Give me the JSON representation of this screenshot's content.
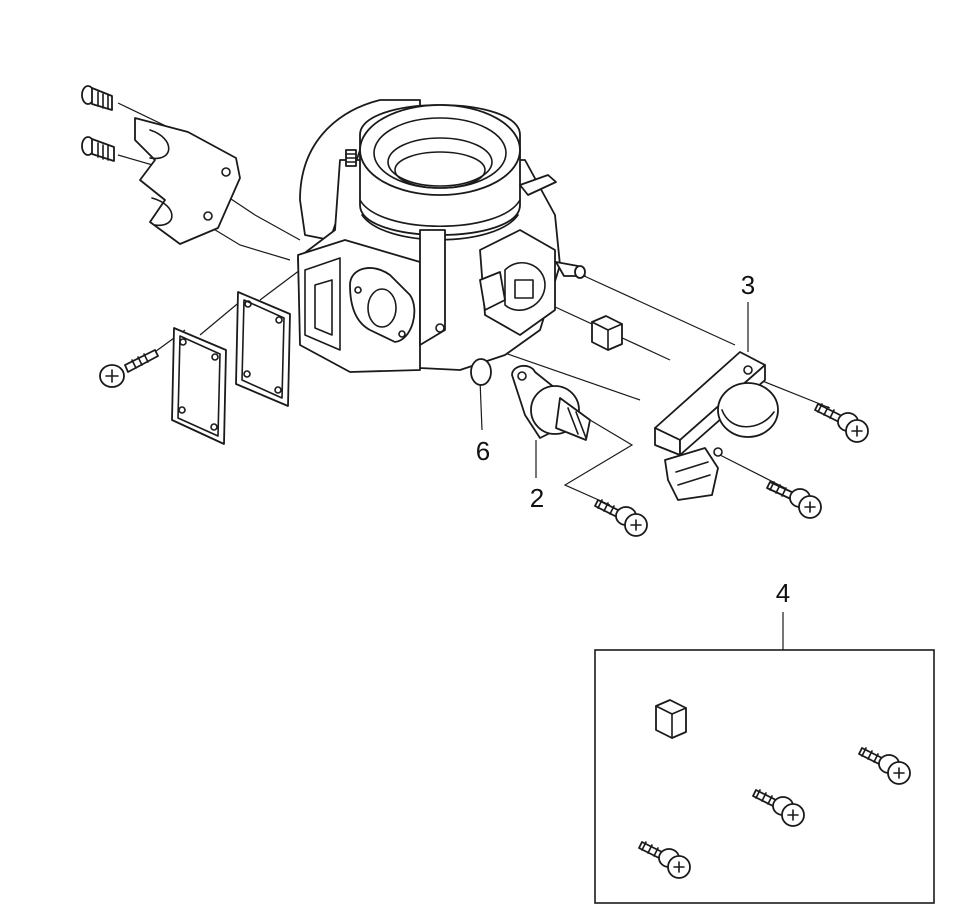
{
  "diagram": {
    "callouts": {
      "c2": "2",
      "c3": "3",
      "c4": "4",
      "c6": "6"
    },
    "colors": {
      "line": "#1a1a1a",
      "background": "#ffffff"
    },
    "icons": [
      "bolt-icon",
      "washer-screw-icon",
      "gasket-icon",
      "sensor-icon",
      "throttle-body-icon",
      "bracket-icon",
      "seal-cube-icon",
      "o-ring-icon"
    ]
  }
}
